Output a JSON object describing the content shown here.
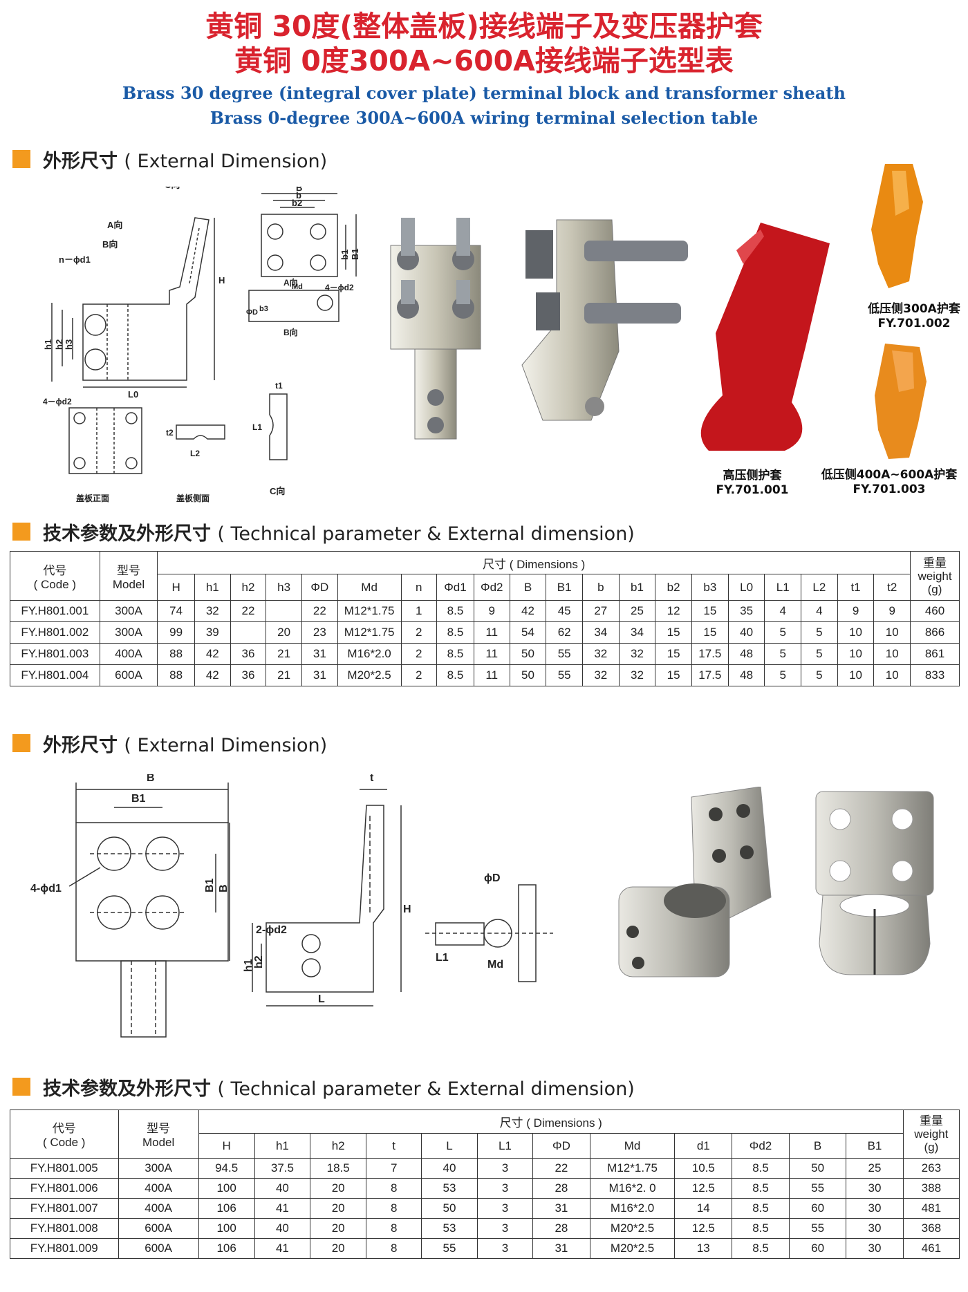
{
  "header": {
    "title_cn_1": "黄铜 30度(整体盖板)接线端子及变压器护套",
    "title_cn_2": "黄铜 0度300A~600A接线端子选型表",
    "title_en_1": "Brass 30 degree (integral cover plate) terminal block and transformer sheath",
    "title_en_2": "Brass 0-degree 300A~600A wiring terminal selection table"
  },
  "section1": {
    "label_cn": "外形尺寸",
    "label_en": "( External Dimension)"
  },
  "section2": {
    "label_cn": "技术参数及外形尺寸",
    "label_en": "( Technical parameter & External dimension)"
  },
  "section3": {
    "label_cn": "外形尺寸",
    "label_en": "( External Dimension)"
  },
  "section4": {
    "label_cn": "技术参数及外形尺寸",
    "label_en": "( Technical parameter & External dimension)"
  },
  "drawing1": {
    "c_dir": "C向",
    "a_dir": "A向",
    "b_dir": "B向",
    "n_d1": "n－ϕd1",
    "h": "H",
    "h1": "h1",
    "h2": "h2",
    "h3": "h3",
    "L0": "L0",
    "B": "B",
    "b": "b",
    "b2": "b2",
    "b1": "b1",
    "B1": "B1",
    "four_d2": "4－ϕd2",
    "a_dir_cap": "A向",
    "Md": "Md",
    "phiD": "ΦD",
    "b3": "b3",
    "b_dir_cap": "B向",
    "cover_front": "盖板正面",
    "cover_side": "盖板侧面",
    "t2": "t2",
    "L2": "L2",
    "t1": "t1",
    "L1": "L1",
    "c_dir_cap": "C向"
  },
  "captions": {
    "high_cn": "高压侧护套",
    "high_code": "FY.701.001",
    "low300_cn": "低压侧300A护套",
    "low300_code": "FY.701.002",
    "low400_cn": "低压侧400A~600A护套",
    "low400_code": "FY.701.003"
  },
  "table1": {
    "code_cn": "代号",
    "code_en": "( Code )",
    "model_cn": "型号",
    "model_en": "Model",
    "dims": "尺寸 ( Dimensions )",
    "weight_cn": "重量",
    "weight_en": "weight",
    "weight_unit": "(g)",
    "cols": [
      "H",
      "h1",
      "h2",
      "h3",
      "ΦD",
      "Md",
      "n",
      "Φd1",
      "Φd2",
      "B",
      "B1",
      "b",
      "b1",
      "b2",
      "b3",
      "L0",
      "L1",
      "L2",
      "t1",
      "t2"
    ],
    "rows": [
      [
        "FY.H801.001",
        "300A",
        "74",
        "32",
        "22",
        "",
        "22",
        "M12*1.75",
        "1",
        "8.5",
        "9",
        "42",
        "45",
        "27",
        "25",
        "12",
        "15",
        "35",
        "4",
        "4",
        "9",
        "9",
        "460"
      ],
      [
        "FY.H801.002",
        "300A",
        "99",
        "39",
        "",
        "20",
        "23",
        "M12*1.75",
        "2",
        "8.5",
        "11",
        "54",
        "62",
        "34",
        "34",
        "15",
        "15",
        "40",
        "5",
        "5",
        "10",
        "10",
        "866"
      ],
      [
        "FY.H801.003",
        "400A",
        "88",
        "42",
        "36",
        "21",
        "31",
        "M16*2.0",
        "2",
        "8.5",
        "11",
        "50",
        "55",
        "32",
        "32",
        "15",
        "17.5",
        "48",
        "5",
        "5",
        "10",
        "10",
        "861"
      ],
      [
        "FY.H801.004",
        "600A",
        "88",
        "42",
        "36",
        "21",
        "31",
        "M20*2.5",
        "2",
        "8.5",
        "11",
        "50",
        "55",
        "32",
        "32",
        "15",
        "17.5",
        "48",
        "5",
        "5",
        "10",
        "10",
        "833"
      ]
    ]
  },
  "drawing2": {
    "B": "B",
    "B1": "B1",
    "B1v": "B1",
    "Bv": "B",
    "four_d1": "4-ϕd1",
    "t": "t",
    "H": "H",
    "two_d2": "2-ϕd2",
    "h1": "h1",
    "h2": "h2",
    "L": "L",
    "phiD": "ϕD",
    "L1": "L1",
    "Md": "Md"
  },
  "table2": {
    "code_cn": "代号",
    "code_en": "( Code )",
    "model_cn": "型号",
    "model_en": "Model",
    "dims": "尺寸 ( Dimensions )",
    "weight_cn": "重量",
    "weight_en": "weight",
    "weight_unit": "(g)",
    "cols": [
      "H",
      "h1",
      "h2",
      "t",
      "L",
      "L1",
      "ΦD",
      "Md",
      "d1",
      "Φd2",
      "B",
      "B1"
    ],
    "rows": [
      [
        "FY.H801.005",
        "300A",
        "94.5",
        "37.5",
        "18.5",
        "7",
        "40",
        "3",
        "22",
        "M12*1.75",
        "10.5",
        "8.5",
        "50",
        "25",
        "263"
      ],
      [
        "FY.H801.006",
        "400A",
        "100",
        "40",
        "20",
        "8",
        "53",
        "3",
        "28",
        "M16*2. 0",
        "12.5",
        "8.5",
        "55",
        "30",
        "388"
      ],
      [
        "FY.H801.007",
        "400A",
        "106",
        "41",
        "20",
        "8",
        "50",
        "3",
        "31",
        "M16*2.0",
        "14",
        "8.5",
        "60",
        "30",
        "481"
      ],
      [
        "FY.H801.008",
        "600A",
        "100",
        "40",
        "20",
        "8",
        "53",
        "3",
        "28",
        "M20*2.5",
        "12.5",
        "8.5",
        "55",
        "30",
        "368"
      ],
      [
        "FY.H801.009",
        "600A",
        "106",
        "41",
        "20",
        "8",
        "55",
        "3",
        "31",
        "M20*2.5",
        "13",
        "8.5",
        "60",
        "30",
        "461"
      ]
    ]
  },
  "colors": {
    "title_red": "#d9232e",
    "title_blue": "#1a5aa6",
    "section_mark": "#f39a1e"
  }
}
